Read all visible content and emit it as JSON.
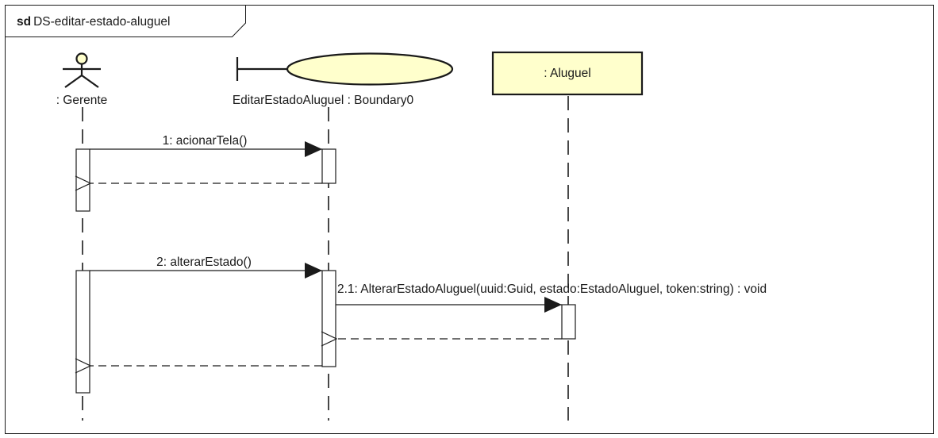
{
  "frame": {
    "keyword": "sd",
    "name": "DS-editar-estado-aluguel"
  },
  "lifelines": {
    "gerente": {
      "label": ": Gerente",
      "kind": "actor"
    },
    "boundary": {
      "label": "EditarEstadoAluguel : Boundary0",
      "kind": "boundary"
    },
    "aluguel": {
      "label": ": Aluguel",
      "kind": "class"
    }
  },
  "messages": {
    "m1": {
      "label": "1: acionarTela()",
      "kind": "sync"
    },
    "m2": {
      "label": "2: alterarEstado()",
      "kind": "sync"
    },
    "m21": {
      "label": "2.1: AlterarEstadoAluguel(uuid:Guid, estado:EstadoAluguel, token:string) : void",
      "kind": "sync"
    }
  },
  "colors": {
    "fill": "#ffffcc",
    "stroke": "#1a1a1a",
    "background": "#ffffff"
  }
}
